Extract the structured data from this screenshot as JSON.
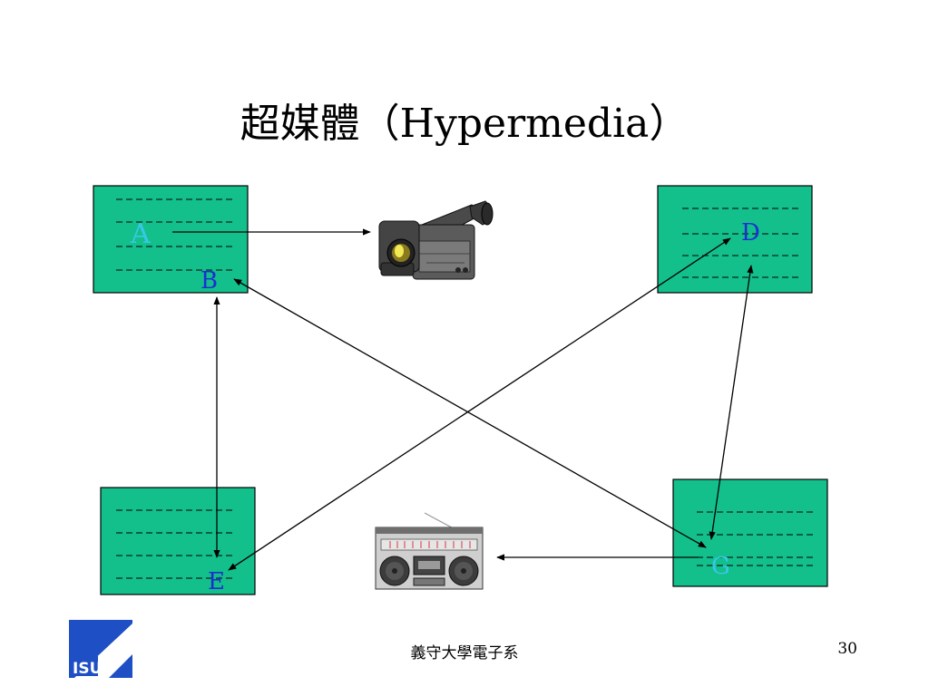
{
  "slide": {
    "title": "超媒體（Hypermedia）",
    "footer": "義守大學電子系",
    "page_number": "30"
  },
  "colors": {
    "node_fill": "#13c08c",
    "link_label": "#1c2fd0",
    "node_a_label": "#39c7e8",
    "line": "#000000"
  },
  "nodes": [
    {
      "id": "top-left",
      "labels": [
        "A",
        "B"
      ]
    },
    {
      "id": "top-right",
      "labels": [
        "D"
      ]
    },
    {
      "id": "bottom-left",
      "labels": [
        "E"
      ]
    },
    {
      "id": "bottom-right",
      "labels": [
        "G"
      ]
    }
  ],
  "media": [
    {
      "name": "video-camera-icon"
    },
    {
      "name": "boombox-radio-icon"
    }
  ],
  "links": [
    {
      "from": "A",
      "to": "video-camera",
      "direction": "one-way"
    },
    {
      "from": "B",
      "to": "E",
      "direction": "two-way"
    },
    {
      "from": "B",
      "to": "G",
      "direction": "two-way"
    },
    {
      "from": "D",
      "to": "E",
      "direction": "two-way"
    },
    {
      "from": "D",
      "to": "G",
      "direction": "two-way"
    },
    {
      "from": "G",
      "to": "boombox",
      "direction": "one-way"
    }
  ],
  "logo": {
    "text": "ISU"
  }
}
